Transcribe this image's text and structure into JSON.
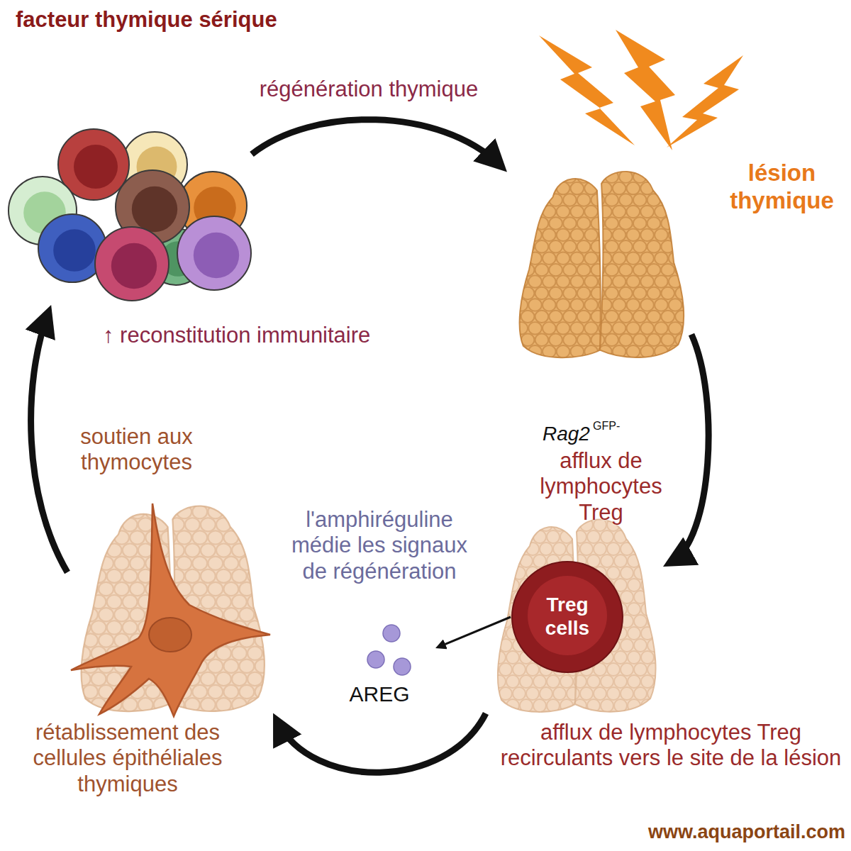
{
  "diagram": {
    "title": "facteur thymique sérique",
    "nodes": [
      {
        "text": [
          "↑ reconstitution immunitaire"
        ]
      },
      {
        "text": [
          "lésion thymique"
        ]
      },
      {
        "text": [
          "afflux de lymphocytes Treg recirculants vers le site de la lésion"
        ]
      },
      {
        "text": [
          "Treg cells"
        ],
        "in": 2
      },
      {
        "text": [
          "AREG"
        ]
      },
      {
        "text": [
          "rétablissement des cellules épithéliales thymiques"
        ]
      }
    ],
    "edges": [
      {
        "from": 0,
        "to": 1,
        "arrow": "to",
        "label": "régénération thymique"
      },
      {
        "from": 1,
        "to": 2,
        "arrow": "to",
        "label": "afflux de lymphocytes Treg"
      },
      {
        "from": 3,
        "to": 4,
        "arrow": "to"
      },
      {
        "from": 2,
        "to": 5,
        "arrow": "to"
      },
      {
        "from": 5,
        "to": 0,
        "arrow": "to",
        "label": "soutien aux thymocytes"
      }
    ],
    "labels": [
      "Rag2",
      "GFP-",
      "l'amphiréguline médie les signaux de régénération",
      "www.aquaportail.com"
    ]
  }
}
